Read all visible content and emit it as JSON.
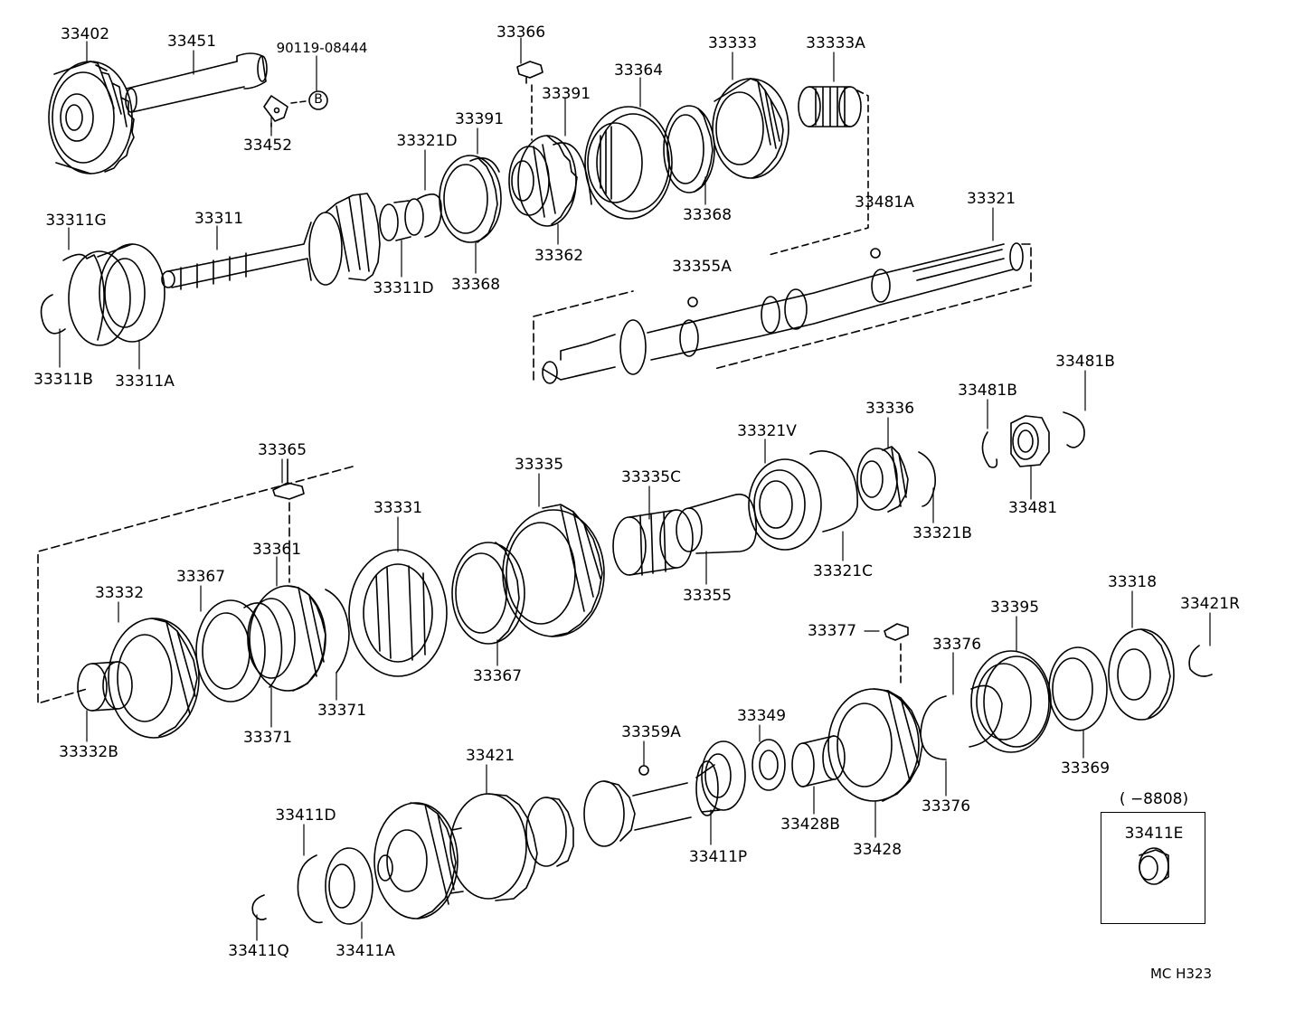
{
  "labels": {
    "p33402": "33402",
    "p33451": "33451",
    "p90119": "90119-08444",
    "p33452": "33452",
    "p33366": "33366",
    "p33391a": "33391",
    "p33391b": "33391",
    "p33364": "33364",
    "p33333": "33333",
    "p33333A": "33333A",
    "p33321D": "33321D",
    "p33311G": "33311G",
    "p33311": "33311",
    "p33311D": "33311D",
    "p33368a": "33368",
    "p33368b": "33368",
    "p33362": "33362",
    "p33481A": "33481A",
    "p33321": "33321",
    "p33355A": "33355A",
    "p33311B": "33311B",
    "p33311A": "33311A",
    "p33481Ba": "33481B",
    "p33481Bb": "33481B",
    "p33336": "33336",
    "p33321V": "33321V",
    "p33365": "33365",
    "p33335": "33335",
    "p33335C": "33335C",
    "p33481": "33481",
    "p33321B": "33321B",
    "p33331": "33331",
    "p33321C": "33321C",
    "p33361": "33361",
    "p33355": "33355",
    "p33367a": "33367",
    "p33332": "33332",
    "p33318": "33318",
    "p33421R": "33421R",
    "p33395": "33395",
    "p33377": "33377",
    "p33376a": "33376",
    "p33367b": "33367",
    "p33371a": "33371",
    "p33371b": "33371",
    "p33332B": "33332B",
    "p33359A": "33359A",
    "p33349": "33349",
    "p33369": "33369",
    "p33421": "33421",
    "p33376b": "33376",
    "p33428B": "33428B",
    "p33428": "33428",
    "p33411D": "33411D",
    "p33411P": "33411P",
    "p33411Q": "33411Q",
    "p33411A": "33411A",
    "inset_range": "(        −8808)",
    "p33411E": "33411E",
    "circle_letter": "B",
    "footer_code": "MC  H323"
  }
}
